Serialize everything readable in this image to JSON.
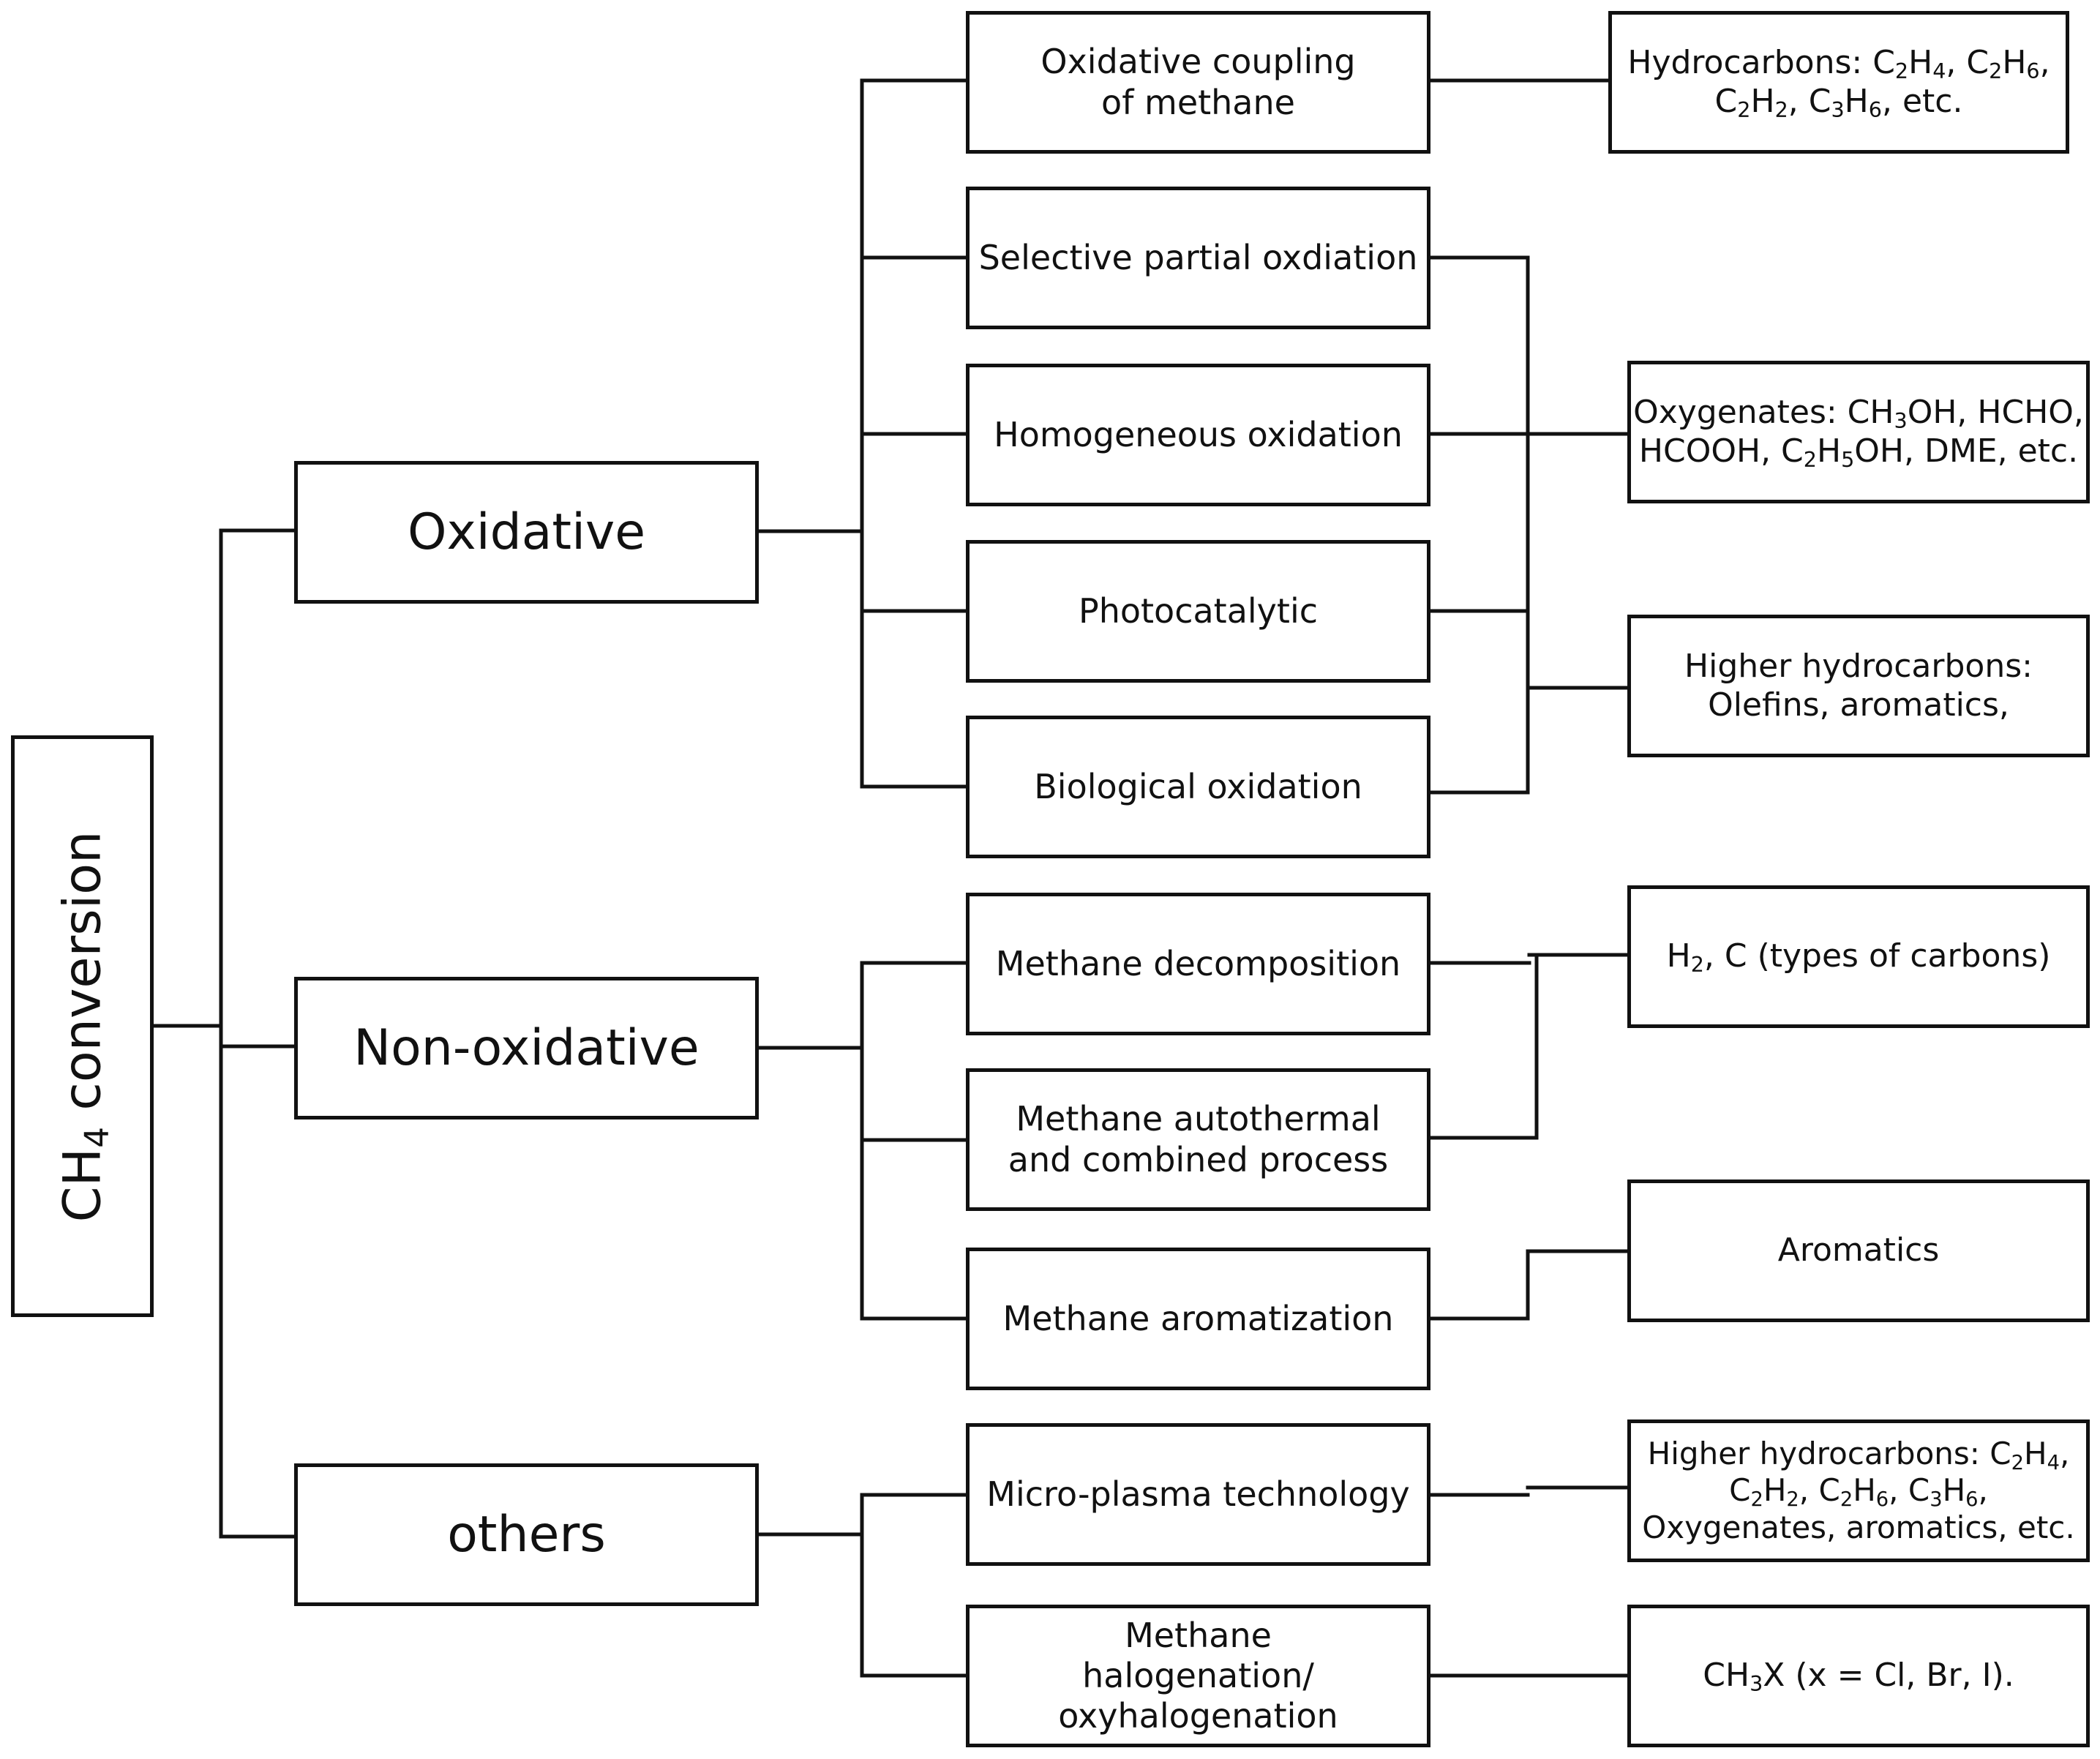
{
  "root": {
    "label": "CH₄ conversion"
  },
  "categories": {
    "oxidative": "Oxidative",
    "non_oxidative": "Non-oxidative",
    "others": "others"
  },
  "methods": {
    "ocm": "Oxidative coupling of methane",
    "spo": "Selective partial oxdiation",
    "homo": "Homogeneous oxidation",
    "photo": "Photocatalytic",
    "bio": "Biological oxidation",
    "decomp": "Methane decomposition",
    "auto": "Methane autothermal and combined process",
    "arom": "Methane aromatization",
    "plasma": "Micro-plasma technology",
    "halo": "Methane halogenation/ oxyhalogenation"
  },
  "products": {
    "hydrocarbons": "Hydrocarbons: C₂H₄, C₂H₆, C₂H₂, C₃H₆, etc.",
    "oxygenates": "Oxygenates: CH₃OH, HCHO, HCOOH, C₂H₅OH, DME, etc.",
    "higher_hc": "Higher hydrocarbons: Olefins, aromatics,",
    "h2c": "H₂, C (types of carbons)",
    "aromatics": "Aromatics",
    "plasma_products": "Higher hydrocarbons: C₂H₄, C₂H₂, C₂H₆, C₃H₆, Oxygenates, aromatics, etc.",
    "ch3x": "CH₃X (x = Cl, Br, I)."
  }
}
